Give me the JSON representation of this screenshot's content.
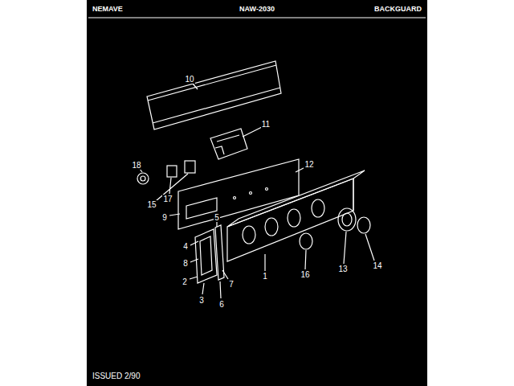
{
  "diagram": {
    "labels": [
      "NEMAVE",
      "NAW-2030",
      "BACKGUARD",
      "10",
      "11",
      "12",
      "18",
      "17",
      "15",
      "9",
      "5",
      "4",
      "8",
      "2",
      "7",
      "3",
      "6",
      "1",
      "16",
      "13",
      "14",
      "ISSUED 2/90"
    ]
  }
}
